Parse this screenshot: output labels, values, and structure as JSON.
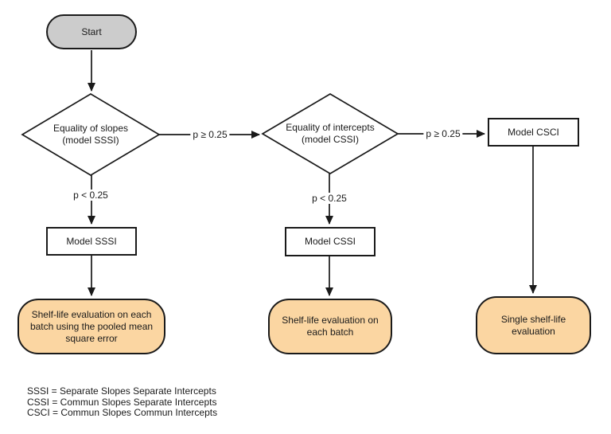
{
  "diagram": {
    "nodes": {
      "start": {
        "label": "Start"
      },
      "decision_slopes": {
        "line1": "Equality of slopes",
        "line2": "(model SSSI)"
      },
      "decision_intercepts": {
        "line1": "Equality of intercepts",
        "line2": "(model CSSI)"
      },
      "model_sssi": {
        "label": "Model SSSI"
      },
      "model_cssi": {
        "label": "Model CSSI"
      },
      "model_csci": {
        "label": "Model CSCI"
      },
      "outcome_pooled": {
        "label": "Shelf-life evaluation on each batch using the pooled mean square error"
      },
      "outcome_each_batch": {
        "label": "Shelf-life evaluation on each batch"
      },
      "outcome_single": {
        "label": "Single shelf-life evaluation"
      }
    },
    "edge_labels": {
      "slopes_pass": "p ≥ 0.25",
      "intercepts_pass": "p ≥ 0.25",
      "slopes_fail": "p < 0.25",
      "intercepts_fail": "p < 0.25"
    },
    "legend": {
      "line1": "SSSI = Separate Slopes Separate Intercepts",
      "line2": "CSSI = Commun Slopes Separate Intercepts",
      "line3": "CSCI = Commun Slopes Commun Intercepts"
    },
    "colors": {
      "start_fill": "#cccccc",
      "outcome_fill": "#fbd6a2",
      "shape_fill": "#ffffff",
      "stroke": "#1a1a1a",
      "text": "#1a1a1a"
    }
  }
}
